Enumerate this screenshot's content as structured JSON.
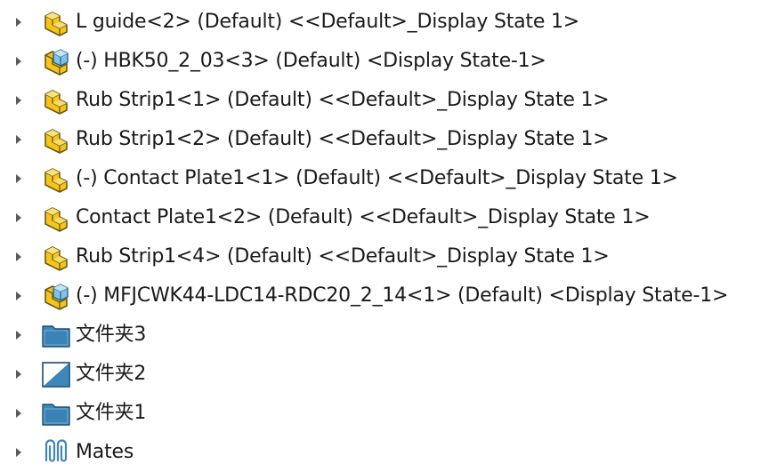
{
  "tree": {
    "items": [
      {
        "label": "L guide<2> (Default) <<Default>_Display State 1>",
        "icon": "part-icon"
      },
      {
        "label": "(-) HBK50_2_03<3> (Default) <Display State-1>",
        "icon": "assembly-icon"
      },
      {
        "label": "Rub Strip1<1> (Default) <<Default>_Display State 1>",
        "icon": "part-icon"
      },
      {
        "label": "Rub Strip1<2> (Default) <<Default>_Display State 1>",
        "icon": "part-icon"
      },
      {
        "label": "(-) Contact Plate1<1> (Default) <<Default>_Display State 1>",
        "icon": "part-icon"
      },
      {
        "label": "Contact Plate1<2> (Default) <<Default>_Display State 1>",
        "icon": "part-icon"
      },
      {
        "label": "Rub Strip1<4> (Default) <<Default>_Display State 1>",
        "icon": "part-icon"
      },
      {
        "label": "(-) MFJCWK44-LDC14-RDC20_2_14<1> (Default) <Display State-1>",
        "icon": "assembly-icon"
      },
      {
        "label": "文件夹3",
        "icon": "folder-icon"
      },
      {
        "label": "文件夹2",
        "icon": "folder-half-icon"
      },
      {
        "label": "文件夹1",
        "icon": "folder-icon"
      },
      {
        "label": "Mates",
        "icon": "mates-icon"
      }
    ]
  },
  "colors": {
    "part_yellow": "#f6c51b",
    "part_outline": "#6b5a12",
    "assembly_blue": "#7ec3ec",
    "folder_blue": "#3f87b9",
    "expander_gray": "#5a5a5a"
  }
}
